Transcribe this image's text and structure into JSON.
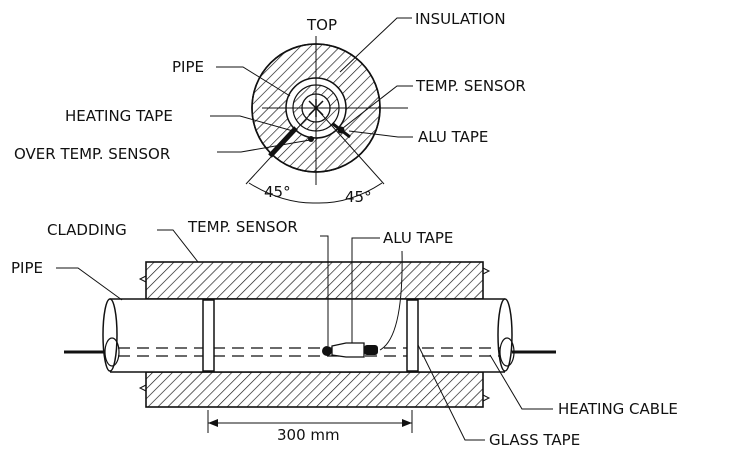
{
  "cross_section": {
    "top_label": "TOP",
    "insulation_label": "INSULATION",
    "pipe_label": "PIPE",
    "temp_sensor_label": "TEMP. SENSOR",
    "heating_tape_label": "HEATING TAPE",
    "alu_tape_label": "ALU TAPE",
    "over_temp_sensor_label": "OVER TEMP. SENSOR",
    "angle_left_label": "45°",
    "angle_right_label": "45°"
  },
  "side_view": {
    "cladding_label": "CLADDING",
    "temp_sensor_label": "TEMP. SENSOR",
    "alu_tape_label": "ALU TAPE",
    "pipe_label": "PIPE",
    "heating_cable_label": "HEATING CABLE",
    "glass_tape_label": "GLASS TAPE",
    "dimension_label": "300 mm"
  }
}
